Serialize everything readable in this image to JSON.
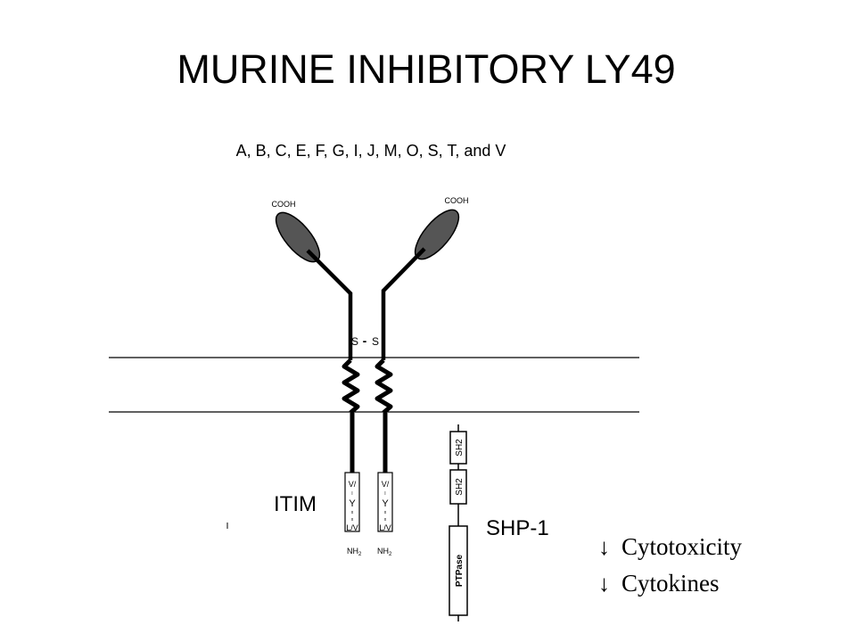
{
  "title": "MURINE INHIBITORY LY49",
  "subtitle": "A, B, C, E, F, G, I, J, M, O, S, T, and V",
  "receptor": {
    "c_terminus_left": "COOH",
    "c_terminus_right": "COOH",
    "disulfide": {
      "left": "S",
      "bond": "-",
      "right": "S"
    },
    "itim_left": [
      "V/",
      "I",
      "Y",
      "x",
      "x",
      "L/V"
    ],
    "itim_right": [
      "V/",
      "I",
      "Y",
      "x",
      "x",
      "L/V"
    ],
    "n_terminus_left": "NH",
    "n_terminus_right": "NH",
    "nh_subscript": "2",
    "itim_label": "ITIM"
  },
  "shp1": {
    "label": "SHP-1",
    "domains": [
      "SH2",
      "SH2",
      "PTPase"
    ]
  },
  "effects": {
    "arrow": "↓",
    "items": [
      "Cytotoxicity",
      "Cytokines"
    ]
  },
  "colors": {
    "line": "#000000",
    "ellipse": "#555555",
    "background": "#ffffff"
  }
}
